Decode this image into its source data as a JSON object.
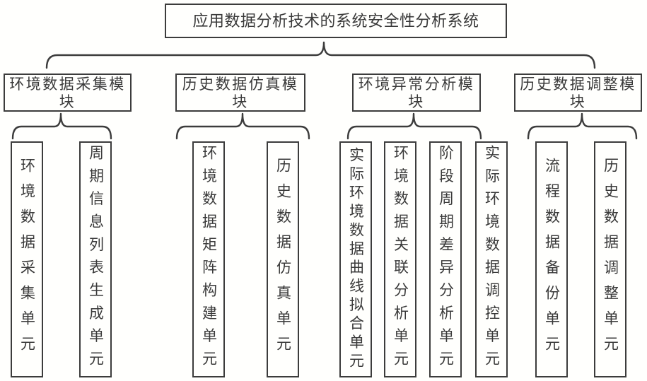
{
  "title": "应用数据分析技术的系统安全性分析系统",
  "modules": [
    {
      "label": "环境数据采集模块",
      "units": [
        "环境数据采集单元",
        "周期信息列表生成单元"
      ]
    },
    {
      "label": "历史数据仿真模块",
      "units": [
        "环境数据矩阵构建单元",
        "历史数据仿真单元"
      ]
    },
    {
      "label": "环境异常分析模块",
      "units": [
        "实际环境数据曲线拟合单元",
        "环境数据关联分析单元",
        "阶段周期差异分析单元",
        "实际环境数据调控单元"
      ]
    },
    {
      "label": "历史数据调整模块",
      "units": [
        "流程数据备份单元",
        "历史数据调整单元"
      ]
    }
  ],
  "colors": {
    "line": "#3c3c3c",
    "background": "#ffffff"
  }
}
